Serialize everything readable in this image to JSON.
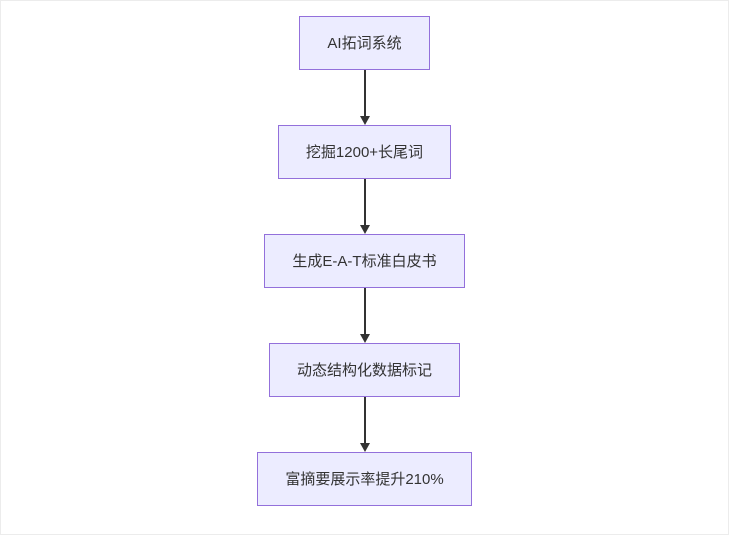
{
  "diagram": {
    "type": "flowchart",
    "direction": "top-down",
    "nodes": [
      {
        "id": "A",
        "label": "AI拓词系统"
      },
      {
        "id": "B",
        "label": "挖掘1200+长尾词"
      },
      {
        "id": "C",
        "label": "生成E-A-T标准白皮书"
      },
      {
        "id": "D",
        "label": "动态结构化数据标记"
      },
      {
        "id": "E",
        "label": "富摘要展示率提升210%"
      }
    ],
    "edges": [
      {
        "from": "A",
        "to": "B"
      },
      {
        "from": "B",
        "to": "C"
      },
      {
        "from": "C",
        "to": "D"
      },
      {
        "from": "D",
        "to": "E"
      }
    ],
    "colors": {
      "node_fill": "#ECECFF",
      "node_border": "#9370DB",
      "text": "#333333",
      "arrow": "#333333",
      "background": "#ffffff"
    }
  }
}
